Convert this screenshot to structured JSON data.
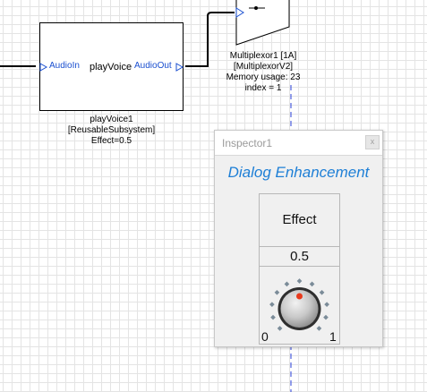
{
  "blocks": {
    "playvoice": {
      "port_in": "AudioIn",
      "name": "playVoice",
      "port_out": "AudioOut",
      "caption": [
        "playVoice1",
        "[ReusableSubsystem]",
        "Effect=0.5"
      ]
    },
    "multiplexor": {
      "caption": [
        "Multiplexor1 [1A]",
        "[MultiplexorV2]",
        "Memory usage: 23",
        "index = 1"
      ]
    }
  },
  "inspector": {
    "title": "Inspector1",
    "close_glyph": "x",
    "dialog_title": "Dialog Enhancement",
    "control": {
      "label": "Effect",
      "value_text": "0.5",
      "value": 0.5,
      "min": 0,
      "max": 1,
      "min_label": "0",
      "max_label": "1"
    }
  },
  "colors": {
    "wire": "#000000",
    "port_text": "#1a4fd0",
    "dialog_title": "#1e7fd6",
    "knob_indicator": "#e83a1c",
    "dashed_line": "#2a3fd8",
    "tick_dots": "#7b8c99"
  }
}
